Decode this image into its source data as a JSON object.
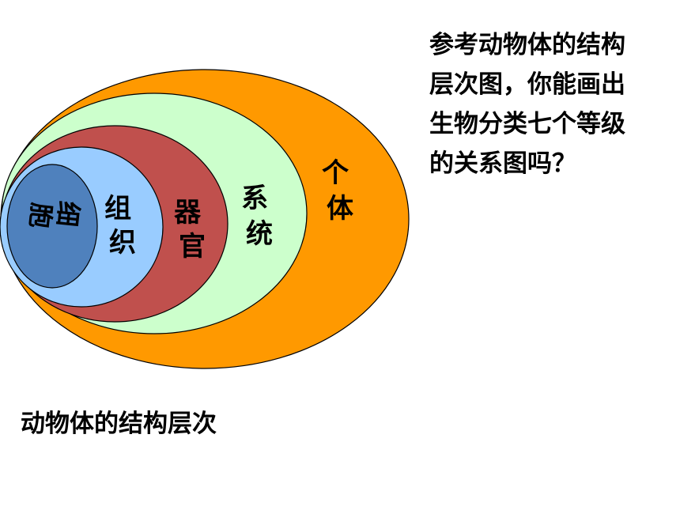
{
  "diagram": {
    "levels": [
      {
        "key": "individual",
        "label": "个体",
        "color": "#FF9900"
      },
      {
        "key": "system",
        "label": "系统",
        "color": "#CCFFCC"
      },
      {
        "key": "organ",
        "label": "器官",
        "color": "#C0504D"
      },
      {
        "key": "tissue",
        "label": "组织",
        "color": "#99CCFF"
      },
      {
        "key": "cell",
        "label": "细胞",
        "color": "#4F81BD"
      }
    ],
    "caption": "动物体的结构层次"
  },
  "question": {
    "lines": [
      "参考动物体的结构",
      "层次图，你能画出",
      "生物分类七个等级",
      "的关系图吗？"
    ]
  }
}
